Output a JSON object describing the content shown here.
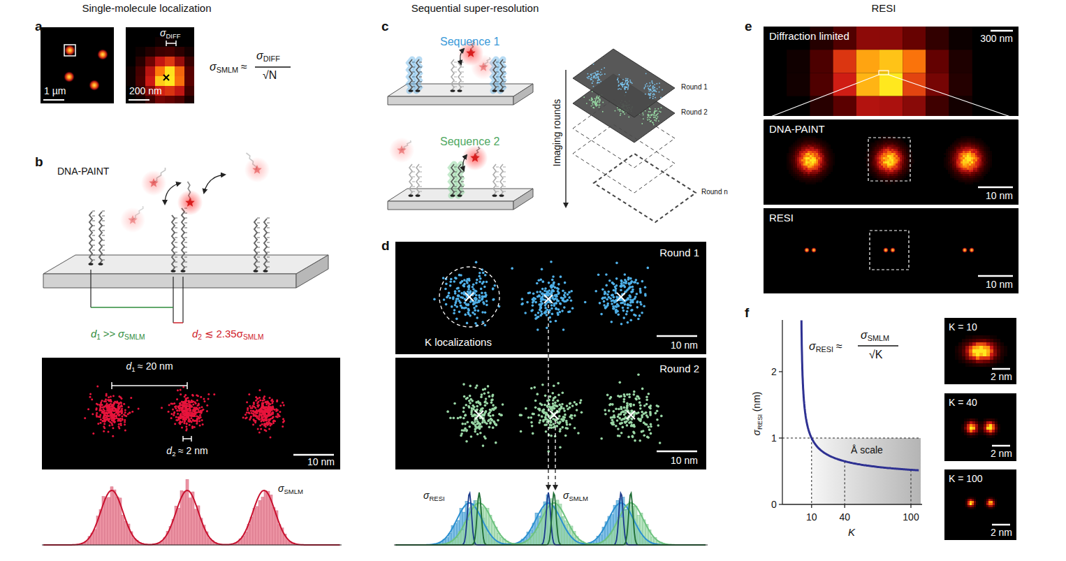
{
  "diagram": {
    "nodes": [
      {
        "text": [
          "1 µm"
        ]
      },
      {
        "text": [
          "200 nm"
        ]
      },
      {
        "text": [
          "10 nm"
        ]
      },
      {
        "text": [
          "Round 1",
          "K localizations",
          "10 nm"
        ]
      },
      {
        "text": [
          "Round 2",
          "10 nm"
        ]
      },
      {
        "text": [
          "Diffraction limited",
          "300 nm"
        ]
      },
      {
        "text": [
          "DNA-PAINT",
          "10 nm"
        ]
      },
      {
        "text": [
          "RESI",
          "10 nm"
        ]
      },
      {
        "text": [
          "K = 10",
          "2 nm"
        ]
      },
      {
        "text": [
          "K = 40",
          "2 nm"
        ]
      },
      {
        "text": [
          "K = 100",
          "2 nm"
        ]
      }
    ],
    "edges": [
      {
        "from": 5,
        "to": 6,
        "arrow": "none"
      }
    ],
    "labels": [
      "Single-molecule localization",
      "Sequential super-resolution",
      "RESI",
      "a",
      "b",
      "c",
      "d",
      "e",
      "f",
      "σ",
      "DIFF",
      "σ",
      "SMLM",
      "≈",
      "σ",
      "DIFF",
      "√N",
      "DNA-PAINT",
      "d",
      "1",
      ">>",
      "σ",
      "SMLM",
      "d",
      "2",
      "≲",
      "2.35σ",
      "SMLM",
      "d",
      "1",
      "≈ 20 nm",
      "d",
      "2",
      "≈ 2 nm",
      "σ",
      "SMLM",
      "Sequence 1",
      "Sequence 2",
      "Imaging rounds",
      "Round 1",
      "Round 2",
      "Round n",
      "σ",
      "RESI",
      "σ",
      "SMLM",
      "σ",
      "RESI",
      "≈",
      "σ",
      "SMLM",
      "√K",
      "σ",
      "RESI",
      "(nm)",
      "2",
      "1",
      "0",
      "10",
      "40",
      "100",
      "K",
      "Å scale"
    ]
  }
}
